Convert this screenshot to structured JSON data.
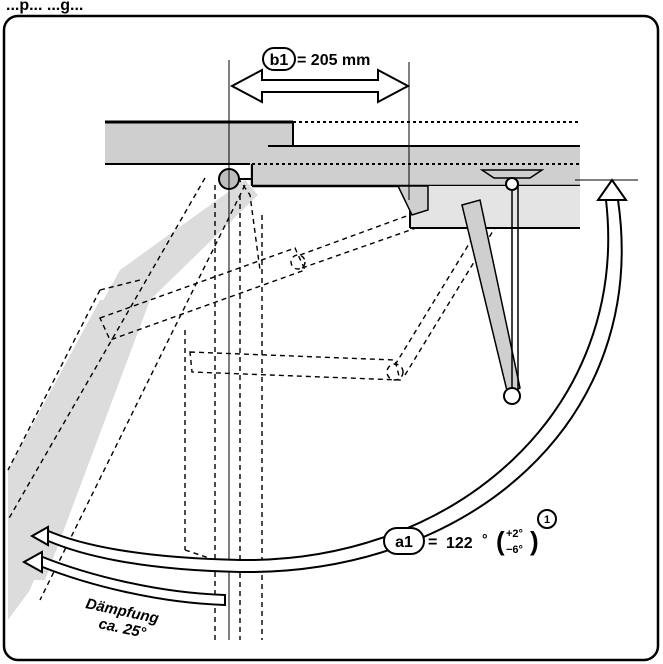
{
  "header": {
    "title_visible": "...p...                      ...g..."
  },
  "dimension_b1": {
    "marker": "b1",
    "value": "= 205 mm"
  },
  "angle_a1": {
    "marker": "a1",
    "equals": "=",
    "value": "122",
    "degree": "°",
    "tol_plus": "+2°",
    "tol_minus": "−6°",
    "note_marker": "1"
  },
  "damping": {
    "line1": "Dämpfung",
    "line2": "ca. 25°"
  },
  "colors": {
    "door_fill": "#cfcfcf",
    "ghost_fill": "#dcdcdc",
    "stroke": "#000000"
  }
}
